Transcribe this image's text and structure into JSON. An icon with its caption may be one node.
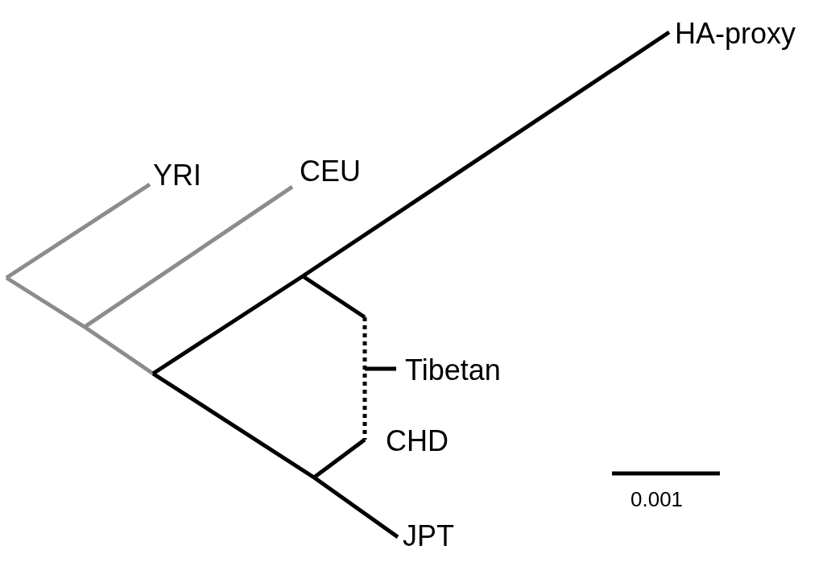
{
  "diagram": {
    "labels": [
      "HA-proxy",
      "YRI",
      "CEU",
      "Tibetan",
      "CHD",
      "JPT",
      "0.001"
    ]
  }
}
